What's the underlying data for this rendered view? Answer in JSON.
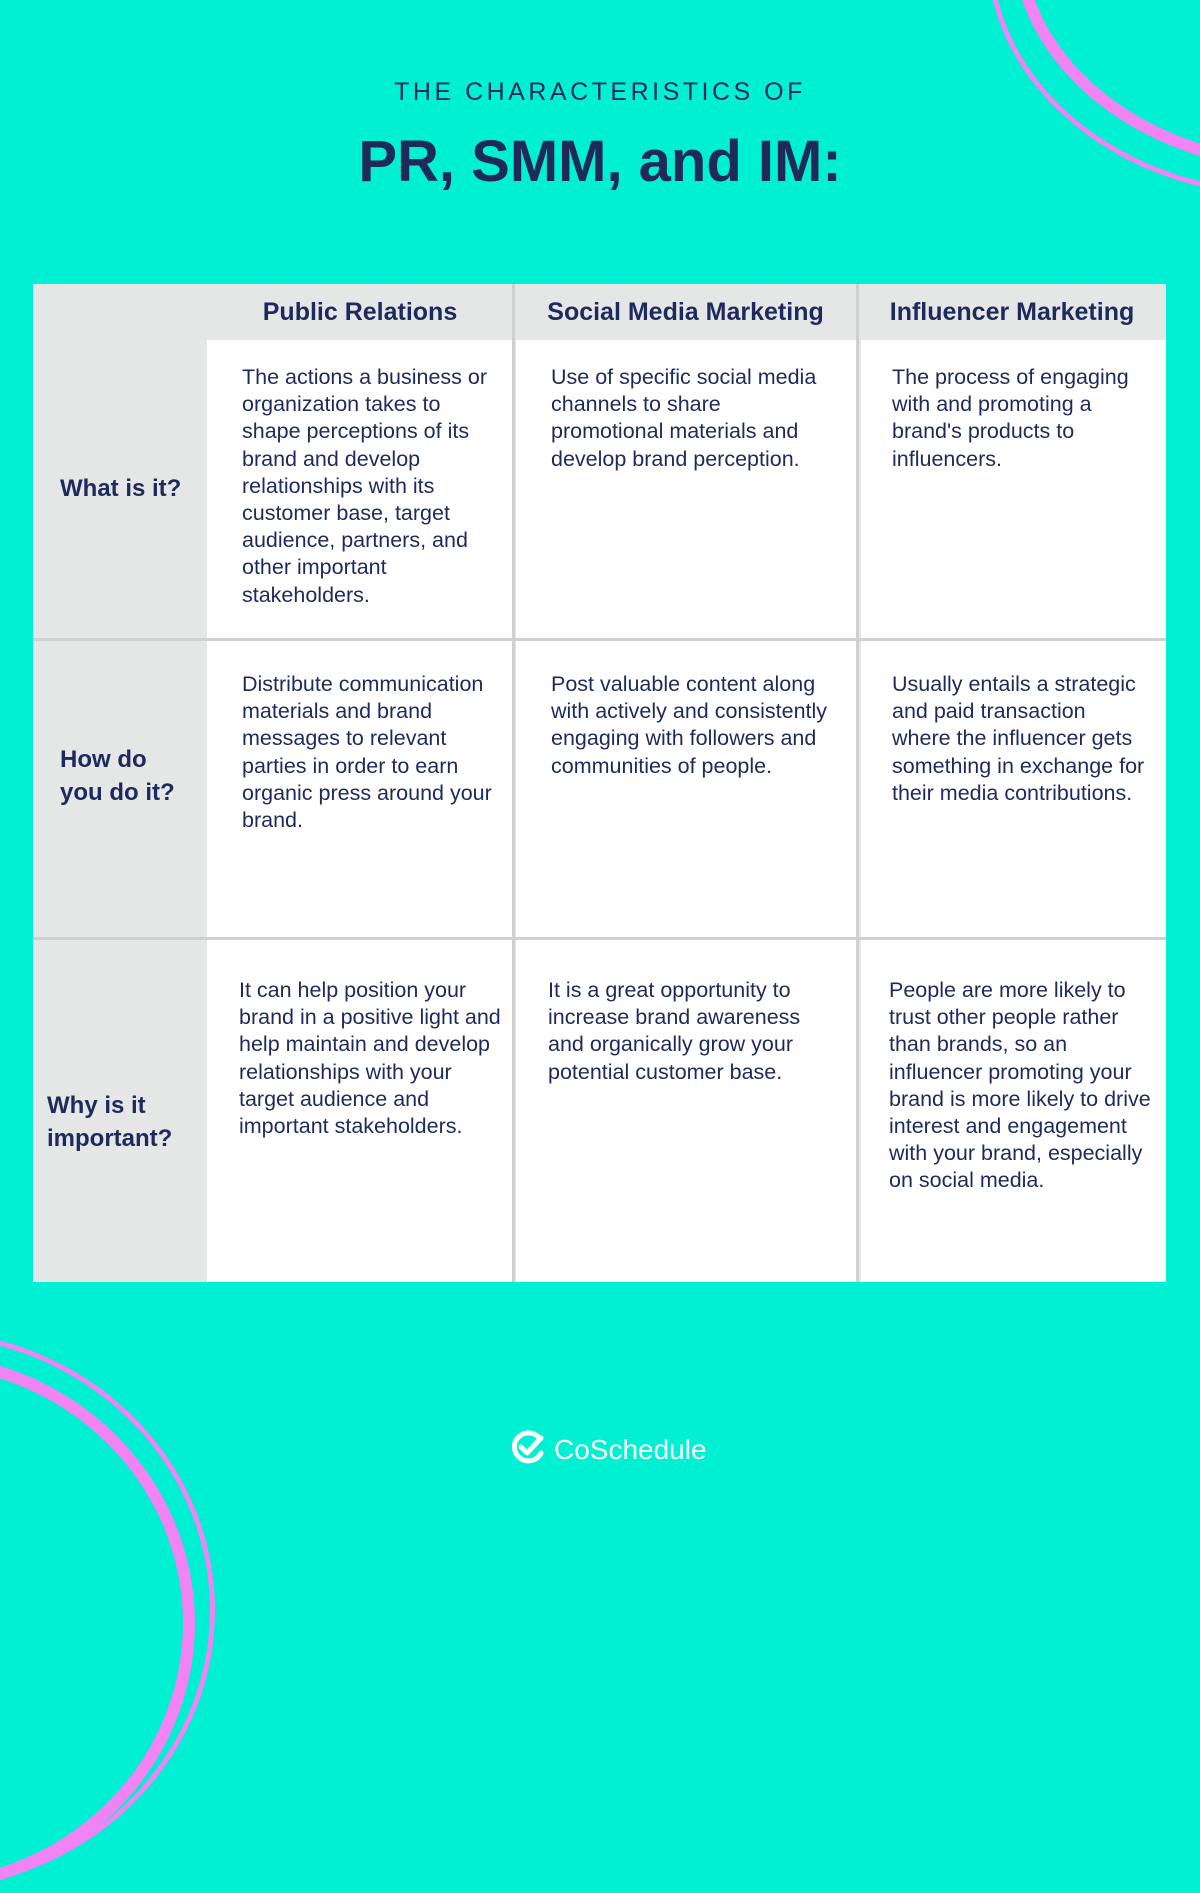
{
  "header": {
    "subtitle": "THE CHARACTERISTICS OF",
    "title": "PR, SMM, and IM:"
  },
  "table": {
    "columns": [
      "Public Relations",
      "Social Media Marketing",
      "Influencer Marketing"
    ],
    "rows": [
      {
        "label": "What is it?",
        "cells": [
          "The actions a business or organization takes to shape perceptions of its brand and develop relationships with its customer base, target audience, partners, and other important stakeholders.",
          "Use of specific social media channels to share promotional materials and develop brand perception.",
          "The process of engaging with and promoting a brand's products to influencers."
        ]
      },
      {
        "label": "How do you do it?",
        "cells": [
          "Distribute communication materials and brand messages to relevant parties in order to earn organic press around your brand.",
          "Post valuable content along with actively and consistently engaging with followers and communities of people.",
          "Usually entails a strategic and paid transaction where the influencer gets something in exchange for their media contributions."
        ]
      },
      {
        "label": "Why is it important?",
        "cells": [
          "It can help position your brand in a positive light and help maintain and develop relationships with your target audience and important stakeholders.",
          "It is a great opportunity to increase brand awareness and organically grow your potential customer base.",
          "People are more likely to trust other people rather than brands, so an influencer promoting your brand is more likely to drive interest and engagement with your brand, especially on social media."
        ]
      }
    ]
  },
  "footer": {
    "logo_icon": "check-circle-icon",
    "brand": "CoSchedule"
  },
  "colors": {
    "background": "#00f0d4",
    "accent_arcs": "#f283f2",
    "text": "#1f2a5c",
    "table_header": "#e5e6e6",
    "cell": "#ffffff",
    "grid_lines": "#cfd0d4"
  }
}
